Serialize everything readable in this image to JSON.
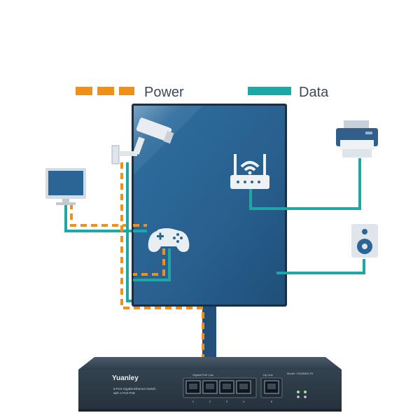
{
  "legend": {
    "power_label": "Power",
    "data_label": "Data"
  },
  "switch": {
    "brand": "Yuanley",
    "description_line1": "6-Port Gigabit Ethernet Switch",
    "description_line2": "with 4 Port PoE",
    "poe_group_label": "Gigabit PoE Link",
    "uplink_label": "Up Link",
    "model_label": "Model: YS00MN2-P4",
    "port_numbers": [
      "1",
      "2",
      "3",
      "4",
      "5"
    ]
  },
  "colors": {
    "power": "#f0901c",
    "data": "#1fa7a6",
    "panel": "#2a6696",
    "switch_body": "#2f3e4e"
  },
  "devices": [
    "security-camera-icon",
    "monitor-icon",
    "game-controller-icon",
    "wifi-router-icon",
    "printer-icon",
    "speaker-icon"
  ]
}
